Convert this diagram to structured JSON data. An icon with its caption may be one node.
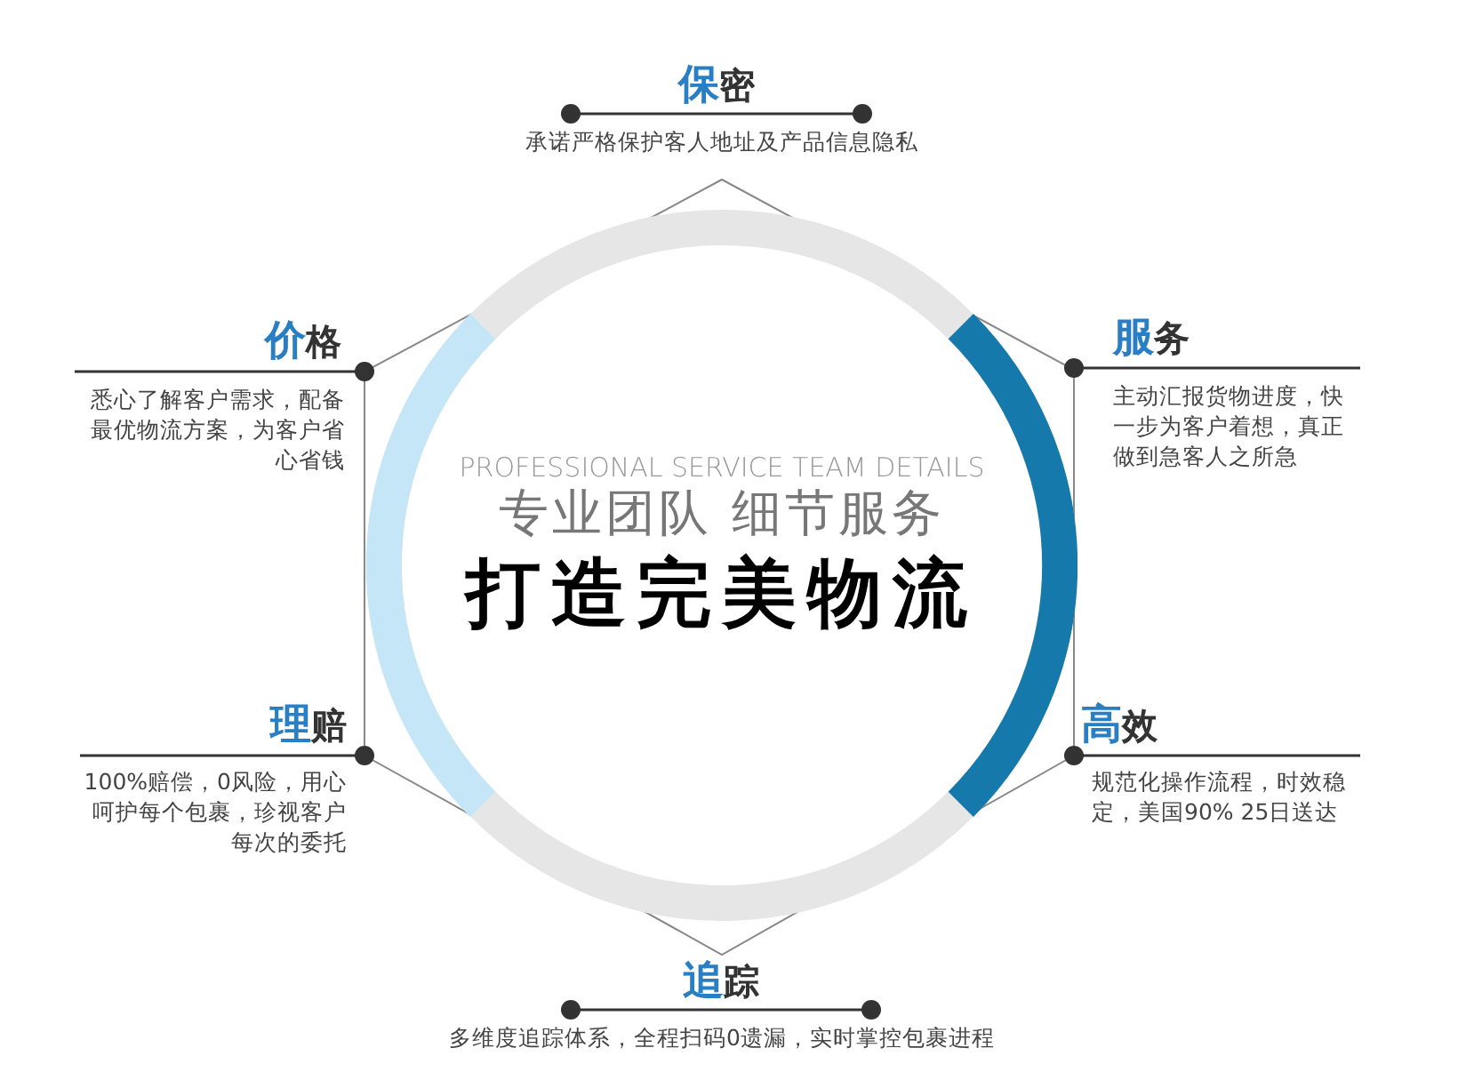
{
  "diagram": {
    "nodes": [
      {
        "text": [
          "PROFESSIONAL SERVICE TEAM DETAILS",
          "专业团队 细节服务",
          "打造完美物流"
        ]
      },
      {
        "text": [
          "保密",
          "承诺严格保护客人地址及产品信息隐私"
        ]
      },
      {
        "text": [
          "价格",
          "悉心了解客户需求，配备最优物流方案，为客户省心省钱"
        ]
      },
      {
        "text": [
          "服务",
          "主动汇报货物进度，快一步为客户着想，真正做到急客人之所急"
        ]
      },
      {
        "text": [
          "理赔",
          "100%赔偿，0风险，用心呵护每个包裹，珍视客户每次的委托"
        ]
      },
      {
        "text": [
          "高效",
          "规范化操作流程，时效稳定，美国90% 25日送达"
        ]
      },
      {
        "text": [
          "追踪",
          "多维度追踪体系，全程扫码0遗漏，实时掌控包裹进程"
        ]
      }
    ]
  }
}
